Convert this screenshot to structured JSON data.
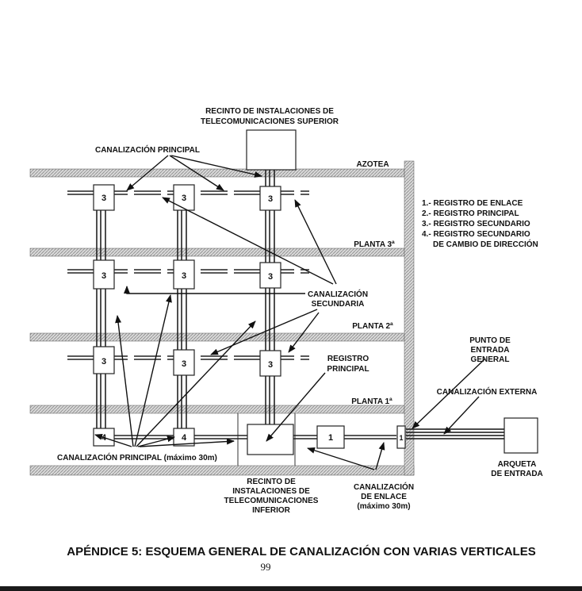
{
  "labels": {
    "recinto_superior": [
      "RECINTO DE INSTALACIONES DE",
      "TELECOMUNICACIONES SUPERIOR"
    ],
    "canalizacion_principal_top": "CANALIZACIÓN PRINCIPAL",
    "azotea": "AZOTEA",
    "planta_3": "PLANTA 3ª",
    "planta_2": "PLANTA 2ª",
    "planta_1": "PLANTA 1ª",
    "canalizacion_secundaria": [
      "CANALIZACIÓN",
      "SECUNDARIA"
    ],
    "registro_principal": [
      "REGISTRO",
      "PRINCIPAL"
    ],
    "punto_entrada": [
      "PUNTO DE",
      "ENTRADA",
      "GENERAL"
    ],
    "canalizacion_externa": "CANALIZACIÓN EXTERNA",
    "canalizacion_principal_bottom": "CANALIZACIÓN PRINCIPAL (máximo 30m)",
    "recinto_inferior": [
      "RECINTO DE",
      "INSTALACIONES DE",
      "TELECOMUNICACIONES",
      "INFERIOR"
    ],
    "canalizacion_enlace": [
      "CANALIZACIÓN",
      "DE ENLACE",
      "(máximo 30m)"
    ],
    "arqueta": [
      "ARQUETA",
      "DE ENTRADA"
    ]
  },
  "legend": [
    "1.- REGISTRO DE ENLACE",
    "2.- REGISTRO PRINCIPAL",
    "3.- REGISTRO SECUNDARIO",
    "4.- REGISTRO SECUNDARIO",
    "DE CAMBIO DE DIRECCIÓN"
  ],
  "box_numbers": {
    "secundario": "3",
    "cambio_direccion": "4",
    "enlace": "1"
  },
  "caption": "APÉNDICE 5: ESQUEMA GENERAL DE CANALIZACIÓN CON VARIAS VERTICALES",
  "page_number": "99"
}
